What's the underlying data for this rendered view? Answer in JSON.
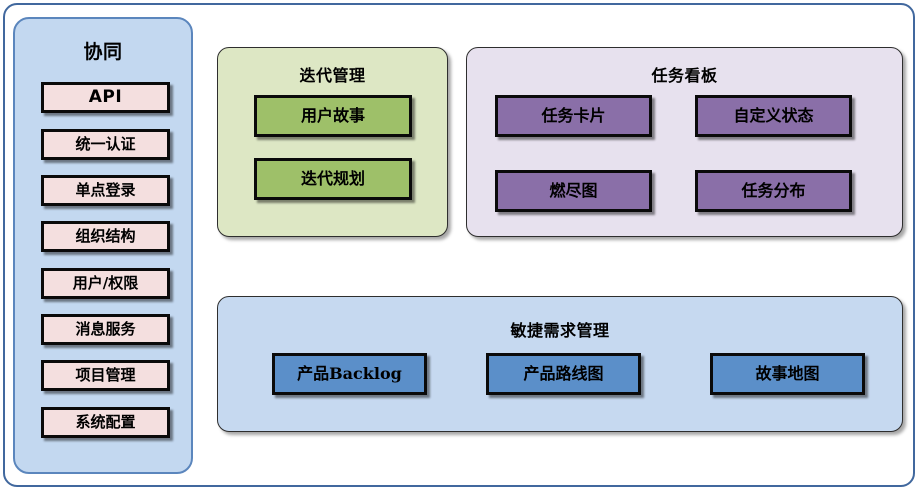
{
  "diagram": {
    "sidebar": {
      "title": "协同",
      "items": [
        {
          "label": "API"
        },
        {
          "label": "统一认证"
        },
        {
          "label": "单点登录"
        },
        {
          "label": "组织结构"
        },
        {
          "label": "用户/权限"
        },
        {
          "label": "消息服务"
        },
        {
          "label": "项目管理"
        },
        {
          "label": "系统配置"
        }
      ]
    },
    "iteration": {
      "title": "迭代管理",
      "items": [
        {
          "label": "用户故事"
        },
        {
          "label": "迭代规划"
        }
      ]
    },
    "taskboard": {
      "title": "任务看板",
      "items": [
        {
          "label": "任务卡片"
        },
        {
          "label": "自定义状态"
        },
        {
          "label": "燃尽图"
        },
        {
          "label": "任务分布"
        }
      ]
    },
    "agile": {
      "title": "敏捷需求管理",
      "items": [
        {
          "label": "产品Backlog"
        },
        {
          "label": "产品路线图"
        },
        {
          "label": "故事地图"
        }
      ]
    },
    "colors": {
      "outer_border": "#41689e",
      "sidebar_bg": "#c3d8f0",
      "sidebar_border": "#5b86bd",
      "sidebar_item_bg": "#f4dfdf",
      "iteration_bg": "#dde7c4",
      "iteration_item_bg": "#9ec069",
      "taskboard_bg": "#e7e1ee",
      "taskboard_item_bg": "#8a6fa8",
      "agile_bg": "#c6d9f0",
      "agile_item_bg": "#5b8fc9",
      "item_border": "#0a0a0a"
    }
  }
}
